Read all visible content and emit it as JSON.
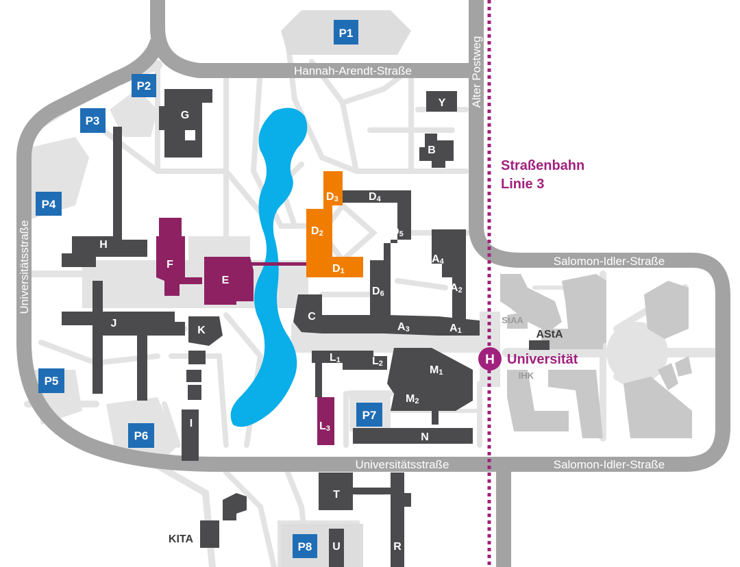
{
  "colors": {
    "road": "#a3a3a3",
    "path": "#e3e3e3",
    "area": "#dddddd",
    "building": "#4b4b4d",
    "building_light": "#c8c8c8",
    "highlight_orange": "#f07d00",
    "highlight_purple": "#8d2162",
    "water": "#0aaee8",
    "parking": "#1f6db5",
    "tram": "#a0217d"
  },
  "streets": {
    "hannah_arendt": "Hannah-Arendt-Straße",
    "alter_postweg": "Alter Postweg",
    "salomon_idler_top": "Salomon-Idler-Straße",
    "salomon_idler_bottom": "Salomon-Idler-Straße",
    "universitaetsstrasse_left": "Universitätsstraße",
    "universitaetsstrasse_bottom": "Universitätsstraße"
  },
  "parking": [
    "P1",
    "P2",
    "P3",
    "P4",
    "P5",
    "P6",
    "P7",
    "P8"
  ],
  "buildings": {
    "G": "G",
    "H": "H",
    "J": "J",
    "K": "K",
    "I": "I",
    "F": "F",
    "E": "E",
    "C": "C",
    "Y": "Y",
    "B": "B",
    "T": "T",
    "U": "U",
    "R": "R",
    "N": "N",
    "A": "A",
    "D": "D",
    "L": "L",
    "M": "M",
    "sub1": "1",
    "sub2": "2",
    "sub3": "3",
    "sub4": "4",
    "sub5": "5",
    "sub6": "6"
  },
  "poi": {
    "kita": "KITA",
    "asta": "AStA",
    "staa": "StAA",
    "ihk": "IHK"
  },
  "tram": {
    "line1": "Straßenbahn",
    "line2": "Linie 3",
    "stop_symbol": "H",
    "stop_name": "Universität"
  }
}
